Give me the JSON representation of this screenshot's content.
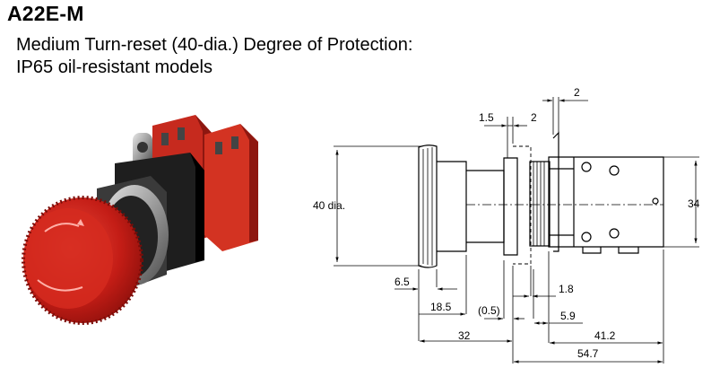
{
  "header": {
    "model": "A22E-M",
    "line1": "Medium Turn-reset (40-dia.) Degree of Protection:",
    "line2": "IP65 oil-resistant models"
  },
  "dimensions": {
    "d_1_5": "1.5",
    "d_2_top": "2",
    "d_2_mid": "2",
    "d_40dia": "40 dia.",
    "d_34": "34",
    "d_6_5": "6.5",
    "d_1_8": "1.8",
    "d_18_5": "18.5",
    "d_0_5": "(0.5)",
    "d_5_9": "5.9",
    "d_32": "32",
    "d_41_2": "41.2",
    "d_54_7": "54.7"
  }
}
